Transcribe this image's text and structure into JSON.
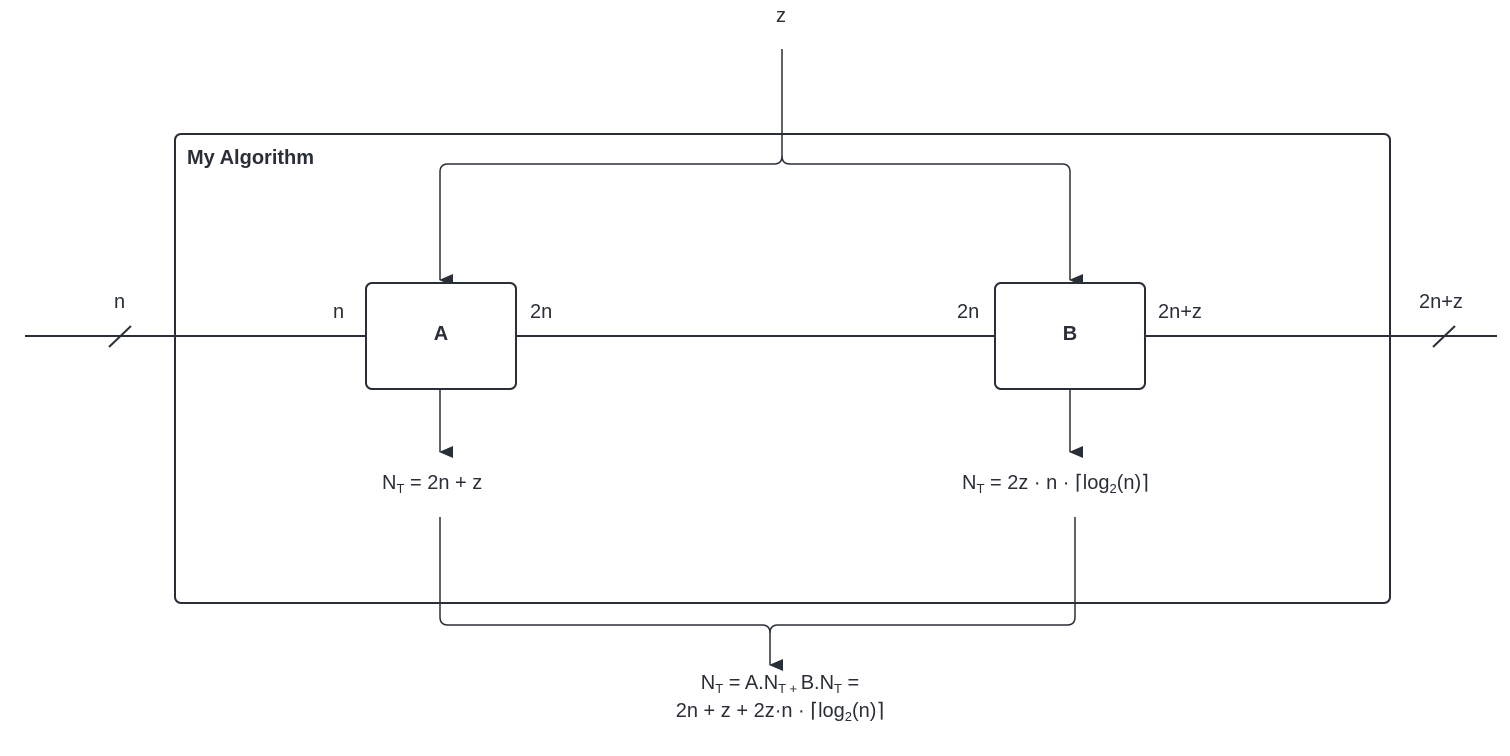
{
  "frame": {
    "title": "My Algorithm"
  },
  "inputs": {
    "top": "z",
    "left": "n"
  },
  "output": {
    "right": "2n+z"
  },
  "blocks": {
    "a": {
      "name": "A",
      "in_label": "n",
      "out_label": "2n",
      "cost": {
        "symbol": "N",
        "sub": "T",
        "expr": " = 2n + z"
      }
    },
    "b": {
      "name": "B",
      "in_label": "2n",
      "out_label": "2n+z",
      "cost": {
        "symbol": "N",
        "sub": "T",
        "expr_pre": " = 2z · n · ⌈log",
        "log_base": "2",
        "expr_post": "(n)⌉"
      }
    }
  },
  "total": {
    "line1": {
      "p1": "N",
      "s1": "T",
      "p2": " = A.N",
      "s2": "T + ",
      "p3": "B.N",
      "s3": "T",
      "p4": " ="
    },
    "line2": {
      "pre": "2n + z + 2z·n · ⌈log",
      "log_base": "2",
      "post": "(n)⌉"
    }
  },
  "colors": {
    "stroke": "#2a2f37",
    "background": "#ffffff"
  }
}
